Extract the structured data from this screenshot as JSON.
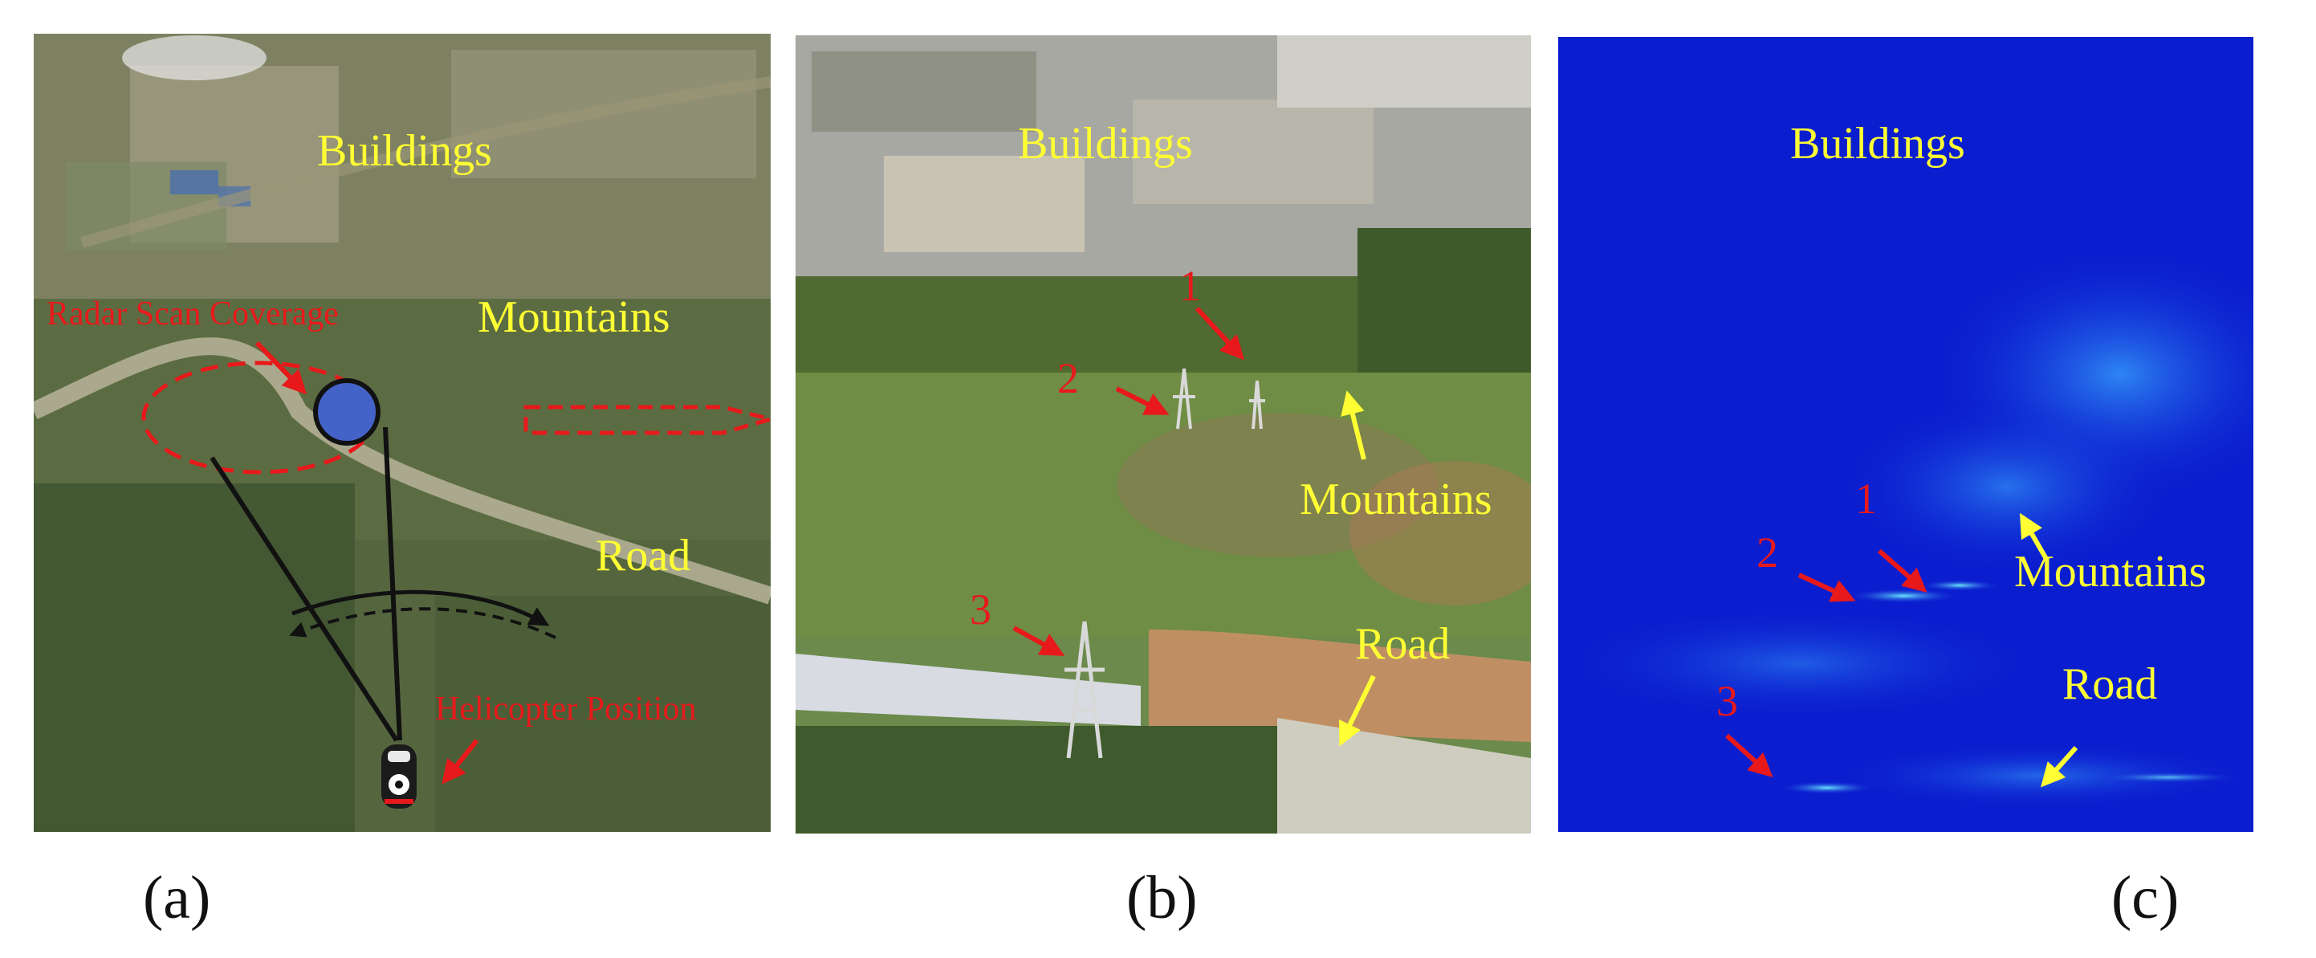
{
  "colors": {
    "label_yellow": "#ffff33",
    "label_red": "#e8191b",
    "radar_background": "#0a1fd0"
  },
  "panel_a": {
    "buildings": "Buildings",
    "mountains": "Mountains",
    "road": "Road",
    "radar_scan_coverage": "Radar Scan Coverage",
    "helicopter_position": "Helicopter Position"
  },
  "panel_b": {
    "buildings": "Buildings",
    "mountains": "Mountains",
    "road": "Road",
    "marker_1": "1",
    "marker_2": "2",
    "marker_3": "3"
  },
  "panel_c": {
    "buildings": "Buildings",
    "mountains": "Mountains",
    "road": "Road",
    "marker_1": "1",
    "marker_2": "2",
    "marker_3": "3"
  },
  "captions": {
    "a": "(a)",
    "b": "(b)",
    "c": "(c)"
  }
}
